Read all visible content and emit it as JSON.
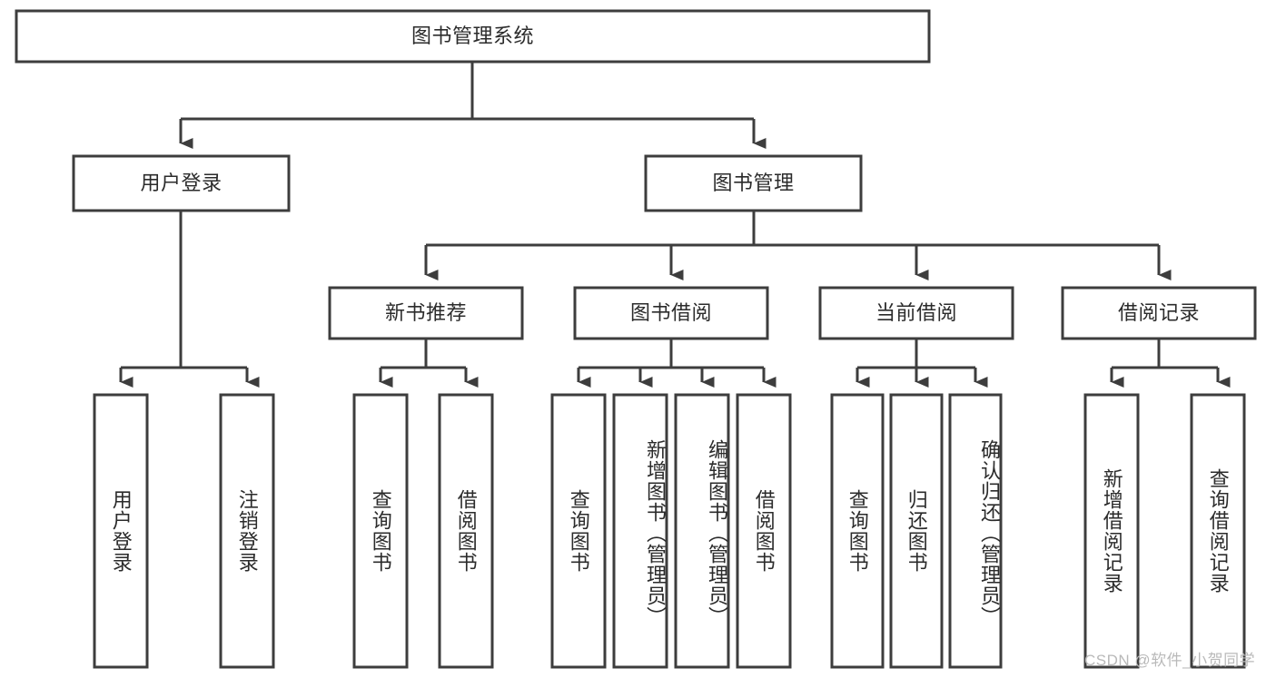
{
  "diagram": {
    "type": "tree-hierarchy-chart",
    "title": "图书管理系统",
    "watermark": "CSDN @软件_小贺同学",
    "colors": {
      "stroke": "#3d3d3d",
      "box_fill": "#ffffff",
      "text": "#2b2b2b",
      "background": "#ffffff",
      "watermark": "#b9b9b9"
    },
    "nodes": {
      "root": {
        "label": "图书管理系统",
        "level": 0,
        "orientation": "horizontal"
      },
      "l1": [
        {
          "id": "user-login",
          "label": "用户登录",
          "level": 1,
          "orientation": "horizontal"
        },
        {
          "id": "book-manage",
          "label": "图书管理",
          "level": 1,
          "orientation": "horizontal"
        }
      ],
      "l2": [
        {
          "id": "new-book-rec",
          "label": "新书推荐",
          "level": 2,
          "orientation": "horizontal",
          "parent": "book-manage"
        },
        {
          "id": "book-borrow",
          "label": "图书借阅",
          "level": 2,
          "orientation": "horizontal",
          "parent": "book-manage"
        },
        {
          "id": "current-borrow",
          "label": "当前借阅",
          "level": 2,
          "orientation": "horizontal",
          "parent": "book-manage"
        },
        {
          "id": "borrow-record",
          "label": "借阅记录",
          "level": 2,
          "orientation": "horizontal",
          "parent": "book-manage"
        }
      ],
      "leaves": [
        {
          "id": "leaf-user-login",
          "label": "用户登录",
          "parent": "user-login",
          "orientation": "vertical"
        },
        {
          "id": "leaf-logout",
          "label": "注销登录",
          "parent": "user-login",
          "orientation": "vertical"
        },
        {
          "id": "leaf-query-book-1",
          "label": "查询图书",
          "parent": "new-book-rec",
          "orientation": "vertical"
        },
        {
          "id": "leaf-borrow-book-1",
          "label": "借阅图书",
          "parent": "new-book-rec",
          "orientation": "vertical"
        },
        {
          "id": "leaf-query-book-2",
          "label": "查询图书",
          "parent": "book-borrow",
          "orientation": "vertical"
        },
        {
          "id": "leaf-add-book",
          "label": "新增图书（管理员）",
          "parent": "book-borrow",
          "orientation": "vertical"
        },
        {
          "id": "leaf-edit-book",
          "label": "编辑图书（管理员）",
          "parent": "book-borrow",
          "orientation": "vertical"
        },
        {
          "id": "leaf-borrow-book-2",
          "label": "借阅图书",
          "parent": "book-borrow",
          "orientation": "vertical"
        },
        {
          "id": "leaf-query-book-3",
          "label": "查询图书",
          "parent": "current-borrow",
          "orientation": "vertical"
        },
        {
          "id": "leaf-return-book",
          "label": "归还图书",
          "parent": "current-borrow",
          "orientation": "vertical"
        },
        {
          "id": "leaf-confirm-return",
          "label": "确认归还（管理员）",
          "parent": "current-borrow",
          "orientation": "vertical"
        },
        {
          "id": "leaf-add-record",
          "label": "新增借阅记录",
          "parent": "borrow-record",
          "orientation": "vertical"
        },
        {
          "id": "leaf-query-record",
          "label": "查询借阅记录",
          "parent": "borrow-record",
          "orientation": "vertical"
        }
      ]
    }
  }
}
